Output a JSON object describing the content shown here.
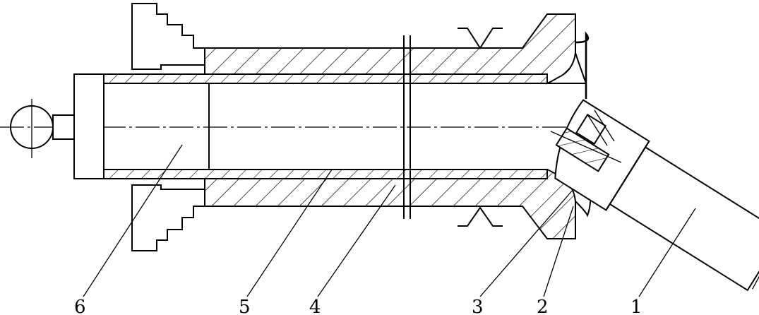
{
  "labels": [
    {
      "key": "chuck",
      "text": "6"
    },
    {
      "key": "liner",
      "text": "5"
    },
    {
      "key": "tube",
      "text": "4"
    },
    {
      "key": "roller",
      "text": "3"
    },
    {
      "key": "bearing",
      "text": "2"
    },
    {
      "key": "tool-holder",
      "text": "1"
    }
  ]
}
